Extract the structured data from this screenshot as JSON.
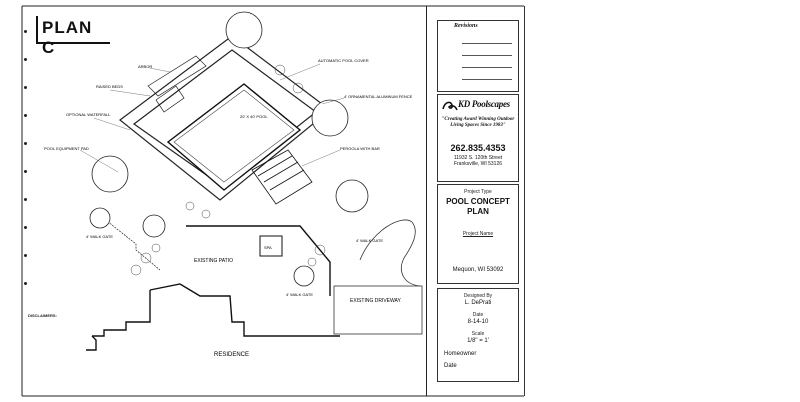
{
  "plan": {
    "title": "PLAN C",
    "labels": {
      "arbor": "ARBOR",
      "raised_beds": "RAISED BEDS",
      "optional_waterfall": "OPTIONAL WATERFALL",
      "pool_equipment": "POOL EQUIPMENT PAD",
      "automatic_cover": "AUTOMATIC POOL COVER",
      "ornamental_fence": "4' ORNAMENTAL ALUMINUM FENCE",
      "pool_note": "20' X 40' POOL",
      "pergola": "PERGOLA WITH BAR",
      "gate_left": "4' WALK GATE",
      "gate_right": "4' WALK GATE",
      "gate_bottom": "4' WALK GATE",
      "existing_patio": "EXISTING PATIO",
      "spa": "SPA",
      "existing_driveway": "EXISTING DRIVEWAY",
      "residence": "RESIDENCE"
    },
    "disclaimer_title": "DISCLAIMERS:"
  },
  "title_block": {
    "revisions_label": "Revisions",
    "company": "KD Poolscapes",
    "tagline": "\"Creating Award Winning Outdoor Living Spaces Since 1983\"",
    "phone": "262.835.4353",
    "address_line1": "11932 S. 120th Street",
    "address_line2": "Franksville, WI 53126",
    "project_type_label": "Project Type",
    "project_type": "POOL CONCEPT PLAN",
    "project_name_label": "Project Name",
    "project_location": "Mequon, WI 53092",
    "designed_by_label": "Designed By",
    "designer": "L. DePrati",
    "date_label": "Date",
    "date": "8-14-10",
    "scale_label": "Scale",
    "scale": "1/8\" = 1'",
    "homeowner_label": "Homeowner",
    "homeowner_date_label": "Date"
  }
}
